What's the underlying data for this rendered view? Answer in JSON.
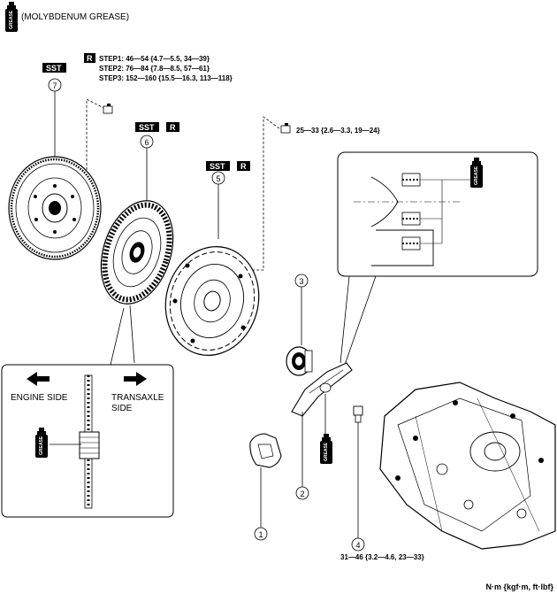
{
  "legend": {
    "grease_label": "(MOLYBDENUM GREASE)",
    "grease_can_text": "GREASE"
  },
  "badges": {
    "sst": "SST",
    "r": "R"
  },
  "torque": {
    "step1": "STEP1: 46—54 {4.7—5.5, 34—39}",
    "step2": "STEP2: 76—84 {7.8—8.5, 57—61}",
    "step3": "STEP3: 152—160 {15.5—16.3, 113—118}",
    "bolt5": "25—33 {2.6—3.3, 19—24}",
    "bolt4": "31—46 {3.2—4.6, 23—33}"
  },
  "callouts": [
    "1",
    "2",
    "3",
    "4",
    "5",
    "6",
    "7"
  ],
  "detail": {
    "engine_side": "ENGINE SIDE",
    "transaxle_side_1": "TRANSAXLE",
    "transaxle_side_2": "SIDE"
  },
  "units_note": "N·m {kgf·m, ft·lbf}"
}
